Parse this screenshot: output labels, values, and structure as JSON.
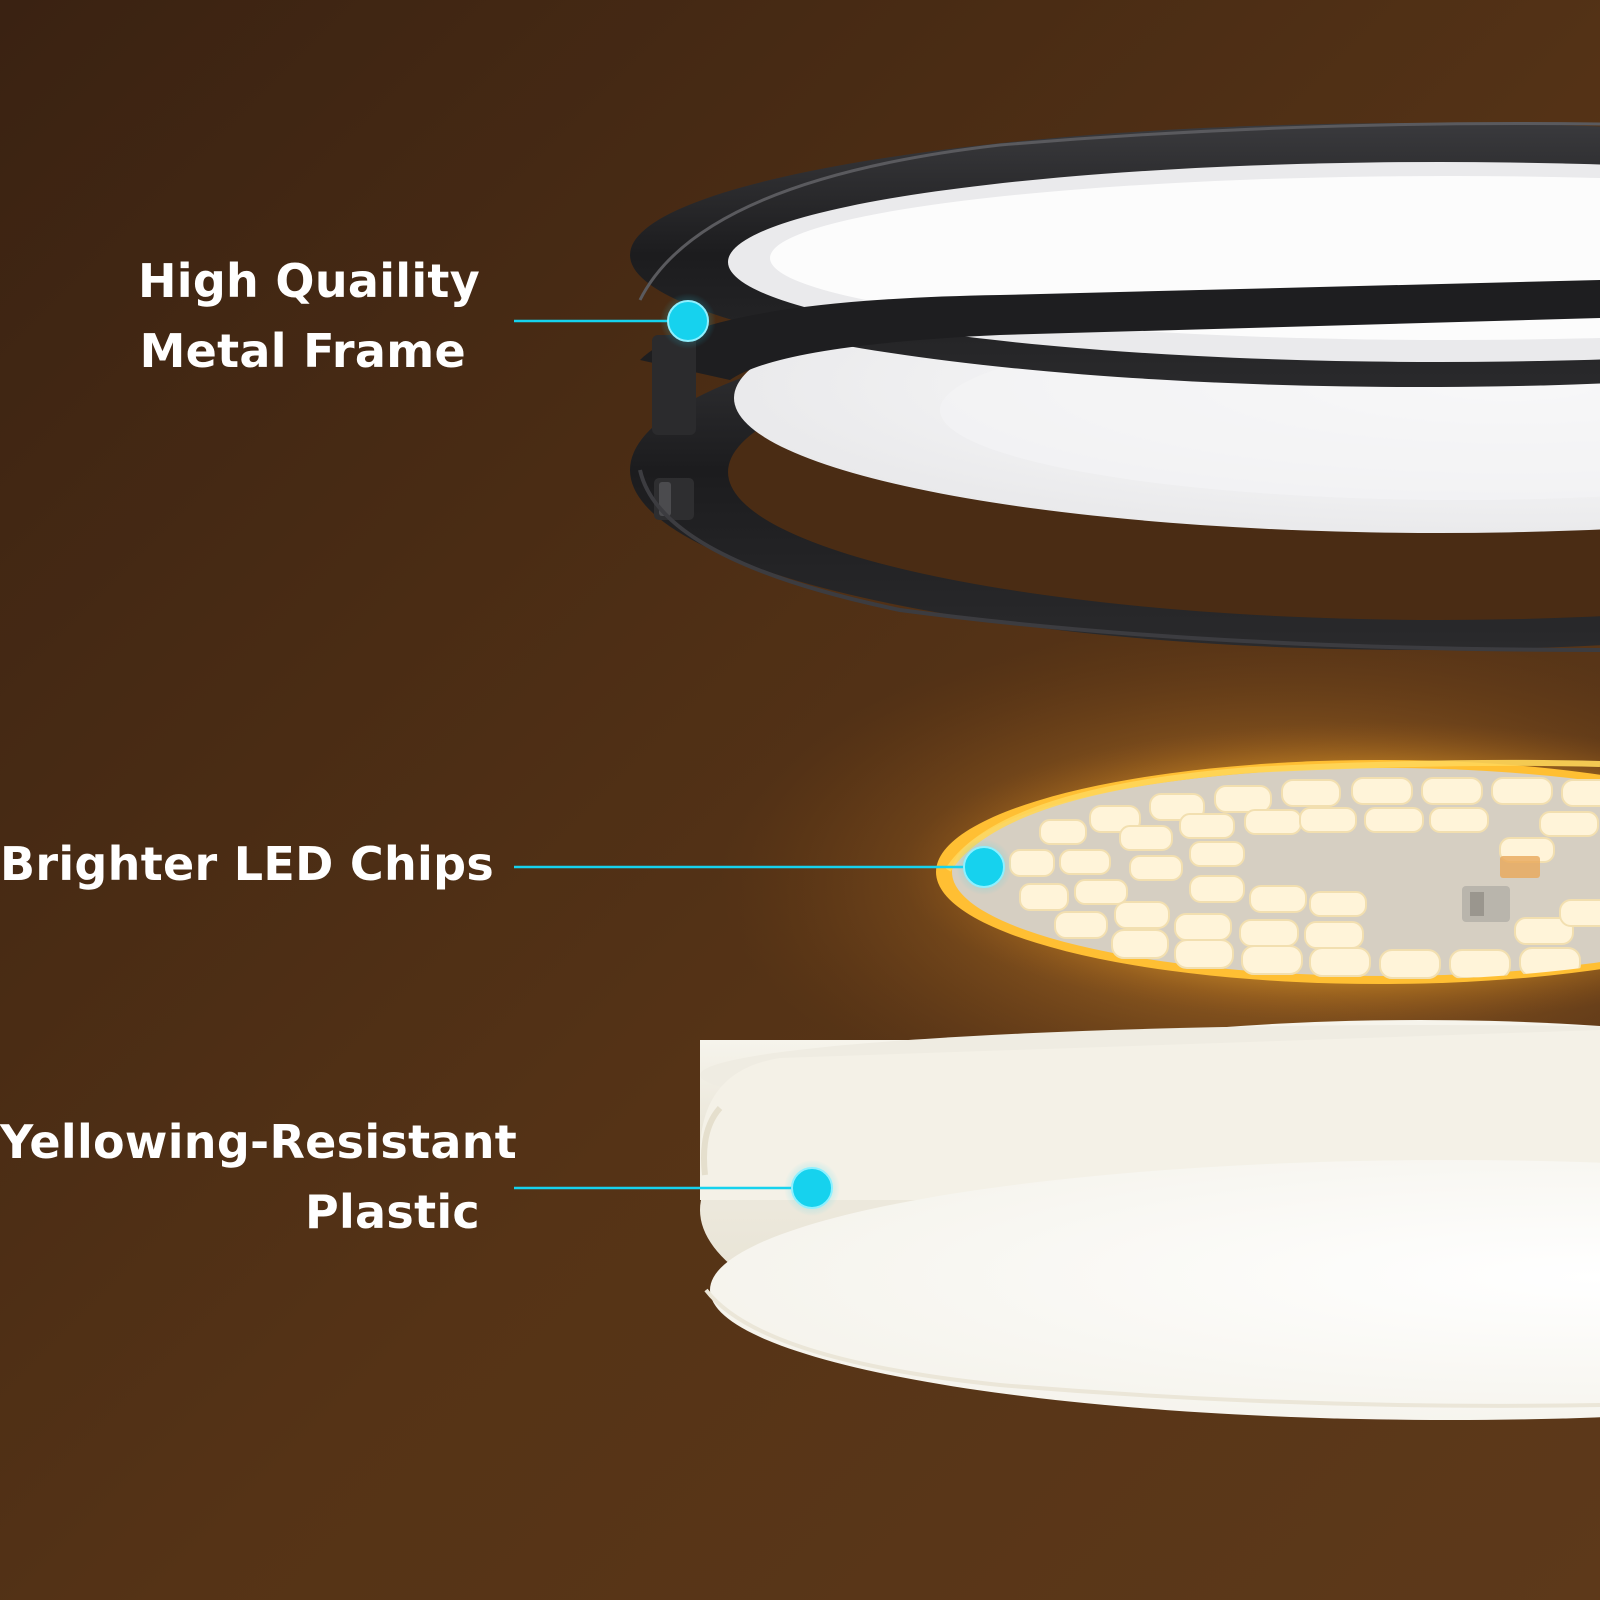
{
  "colors": {
    "background_dark": "#3d2413",
    "background_light": "#5c381a",
    "accent_cyan": "#16d2ee",
    "label_white": "#ffffff",
    "frame_black": "#1d1d1f",
    "led_glow": "#ffb820",
    "diffuser_white": "#f2efe4"
  },
  "callouts": [
    {
      "id": "metal-frame",
      "lines": [
        "High Quaility",
        "Metal Frame"
      ],
      "marker_icon": "cyan-dot-icon"
    },
    {
      "id": "led-chips",
      "lines": [
        "Brighter LED Chips"
      ],
      "marker_icon": "cyan-dot-icon"
    },
    {
      "id": "plastic",
      "lines": [
        "Yellowing-Resistant",
        "Plastic"
      ],
      "marker_icon": "cyan-dot-icon"
    }
  ]
}
